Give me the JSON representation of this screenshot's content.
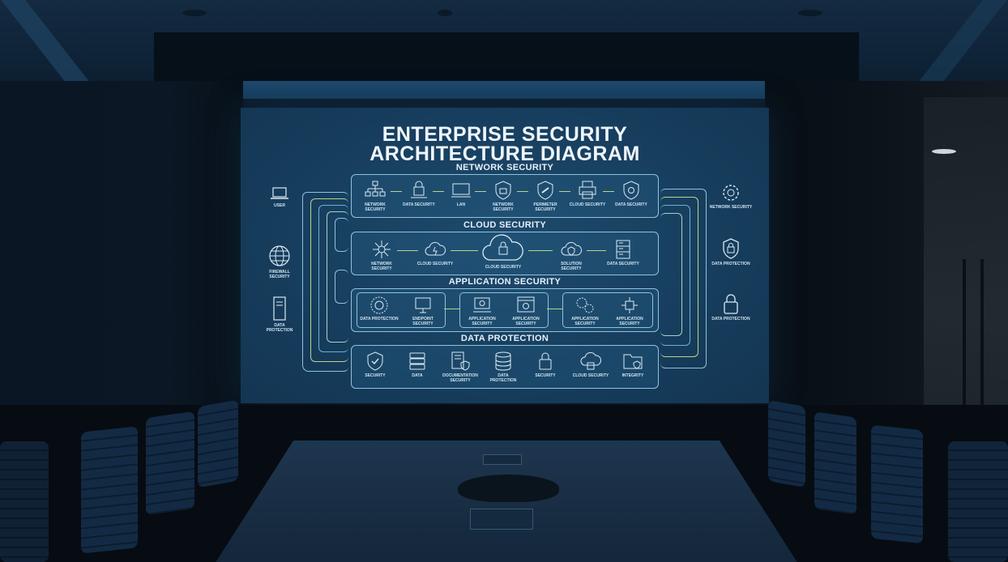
{
  "scene": {
    "description": "Dark conference room with a projection screen showing a security architecture diagram",
    "colors": {
      "screen_bg": "#173e5e",
      "line_primary": "#8fc3dd",
      "line_accent": "#b8d48a",
      "text": "#eef5fb",
      "room_dark": "#070d14"
    }
  },
  "diagram": {
    "title_line1": "ENTERPRISE SECURITY",
    "title_line2": "ARCHITECTURE DIAGRAM",
    "layers": [
      {
        "label": "NETWORK SECURITY",
        "nodes": [
          {
            "icon": "network-hierarchy-icon",
            "label": "NETWORK SECURITY"
          },
          {
            "icon": "server-lock-icon",
            "label": "DATA SECURITY"
          },
          {
            "icon": "laptop-icon",
            "label": "LAN"
          },
          {
            "icon": "shield-lock-icon",
            "label": "NETWORK SECURITY"
          },
          {
            "icon": "shield-key-icon",
            "label": "PERIMETER SECURITY"
          },
          {
            "icon": "printer-icon",
            "label": "CLOUD SECURITY"
          },
          {
            "icon": "shield-eye-icon",
            "label": "DATA SECURITY"
          }
        ]
      },
      {
        "label": "CLOUD SECURITY",
        "nodes": [
          {
            "icon": "hub-icon",
            "label": "NETWORK SECURITY"
          },
          {
            "icon": "cloud-bolt-icon",
            "label": "CLOUD SECURITY"
          },
          {
            "icon": "cloud-lock-icon",
            "label": "CLOUD SECURITY"
          },
          {
            "icon": "cloud-shield-icon",
            "label": "SOLUTION SECURITY"
          },
          {
            "icon": "server-rack-icon",
            "label": "DATA SECURITY"
          }
        ]
      },
      {
        "label": "APPLICATION SECURITY",
        "groups": [
          [
            {
              "icon": "id-badge-icon",
              "label": "DATA PROTECTION"
            },
            {
              "icon": "monitor-icon",
              "label": "ENDPOINT SECURITY"
            }
          ],
          [
            {
              "icon": "laptop-gear-icon",
              "label": "APPLICATION SECURITY"
            },
            {
              "icon": "browser-gear-icon",
              "label": "APPLICATION SECURITY"
            }
          ],
          [
            {
              "icon": "gears-icon",
              "label": "APPLICATION SECURITY"
            },
            {
              "icon": "chip-icon",
              "label": "APPLICATION SECURITY"
            }
          ]
        ]
      },
      {
        "label": "DATA PROTECTION",
        "nodes": [
          {
            "icon": "shield-check-icon",
            "label": "SECURITY"
          },
          {
            "icon": "server-icon",
            "label": "DATA"
          },
          {
            "icon": "document-shield-icon",
            "label": "DOCUMENTATION SECURITY"
          },
          {
            "icon": "database-icon",
            "label": "DATA PROTECTION"
          },
          {
            "icon": "padlock-icon",
            "label": "SECURITY"
          },
          {
            "icon": "cloud-padlock-icon",
            "label": "CLOUD SECURITY"
          },
          {
            "icon": "folder-shield-icon",
            "label": "INTEGRITY"
          }
        ]
      }
    ],
    "left_sources": [
      {
        "icon": "laptop-icon",
        "label": "USER"
      },
      {
        "icon": "globe-icon",
        "label": "FIREWALL SECURITY"
      },
      {
        "icon": "server-tower-icon",
        "label": "DATA PROTECTION"
      }
    ],
    "right_sinks": [
      {
        "icon": "gear-shield-icon",
        "label": "NETWORK SECURITY"
      },
      {
        "icon": "shield-lock-icon",
        "label": "DATA PROTECTION"
      },
      {
        "icon": "padlock-icon",
        "label": "DATA PROTECTION"
      }
    ]
  }
}
